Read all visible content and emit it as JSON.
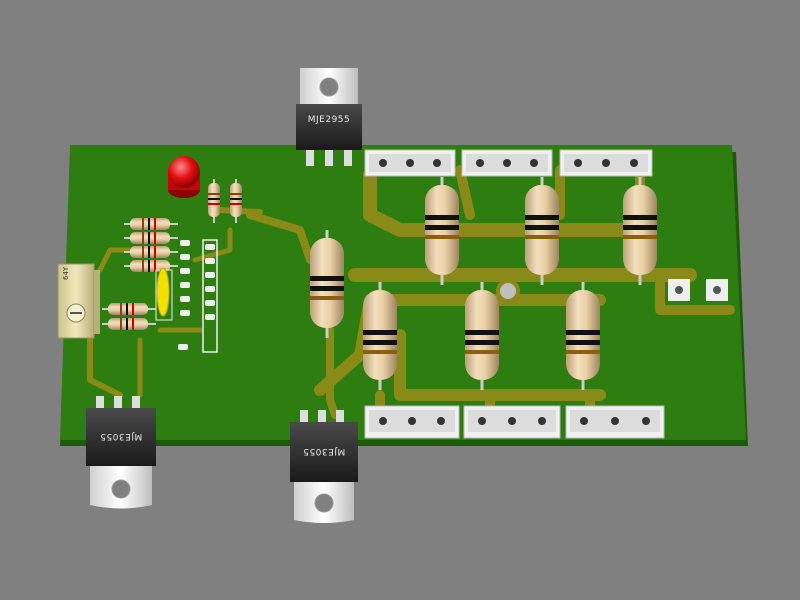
{
  "scene": {
    "description_hidden": "",
    "background_color": "#808080",
    "board_color": "#2e7d10",
    "trace_color": "#8a8a18",
    "pad_color": "#e8e8e8"
  },
  "transistors": {
    "top": {
      "label": "MJE2955"
    },
    "bottom_left": {
      "label": "MJE3055"
    },
    "bottom_center": {
      "label": "MJE3055"
    }
  },
  "potentiometer": {
    "label": "64Y"
  },
  "led": {
    "color": "#e01010"
  }
}
